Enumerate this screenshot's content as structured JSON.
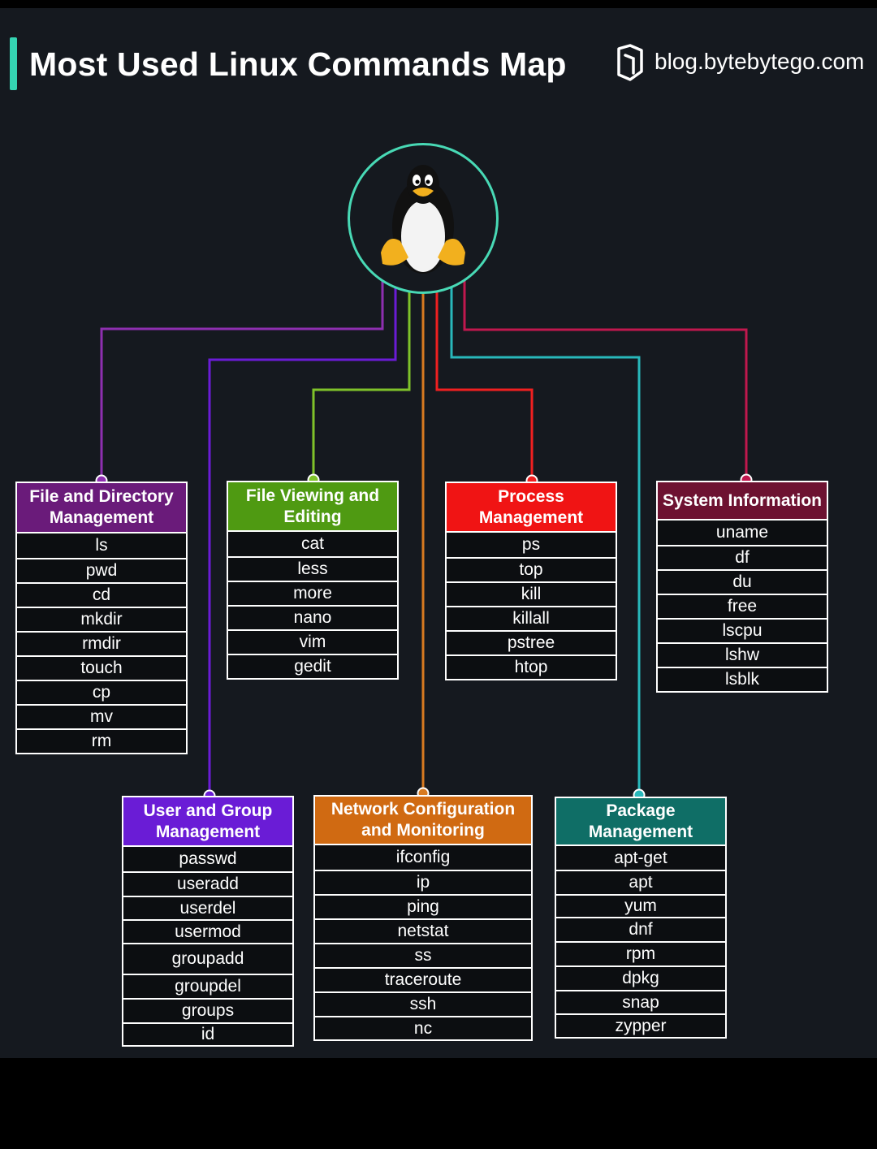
{
  "header": {
    "title": "Most Used Linux Commands Map",
    "brand": "blog.bytebytego.com",
    "accent_color": "#35d4b2"
  },
  "center": {
    "icon": "tux-penguin-icon",
    "ring_color": "#48d9b5"
  },
  "categories": [
    {
      "key": "file-directory",
      "title": "File and Directory Management",
      "color": "#6a1b7a",
      "commands": [
        "ls",
        "pwd",
        "cd",
        "mkdir",
        "rmdir",
        "touch",
        "cp",
        "mv",
        "rm"
      ]
    },
    {
      "key": "file-viewing",
      "title": "File Viewing and Editing",
      "color": "#4f9a12",
      "commands": [
        "cat",
        "less",
        "more",
        "nano",
        "vim",
        "gedit"
      ]
    },
    {
      "key": "process",
      "title": "Process Management",
      "color": "#f01414",
      "commands": [
        "ps",
        "top",
        "kill",
        "killall",
        "pstree",
        "htop"
      ]
    },
    {
      "key": "system-info",
      "title": "System Information",
      "color": "#6d1231",
      "commands": [
        "uname",
        "df",
        "du",
        "free",
        "lscpu",
        "lshw",
        "lsblk"
      ]
    },
    {
      "key": "user-group",
      "title": "User and Group Management",
      "color": "#6a1cd6",
      "commands": [
        "passwd",
        "useradd",
        "userdel",
        "usermod",
        "groupadd",
        "groupdel",
        "groups",
        "id"
      ]
    },
    {
      "key": "network",
      "title": "Network Configuration and Monitoring",
      "color": "#d06a12",
      "commands": [
        "ifconfig",
        "ip",
        "ping",
        "netstat",
        "ss",
        "traceroute",
        "ssh",
        "nc"
      ]
    },
    {
      "key": "package",
      "title": "Package Management",
      "color": "#0f6e66",
      "commands": [
        "apt-get",
        "apt",
        "yum",
        "dnf",
        "rpm",
        "dpkg",
        "snap",
        "zypper"
      ]
    }
  ]
}
